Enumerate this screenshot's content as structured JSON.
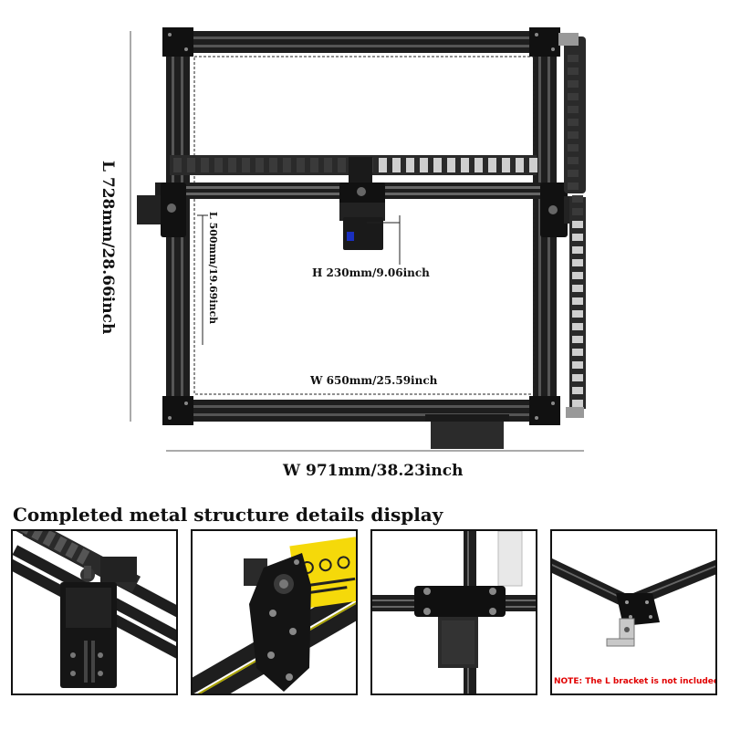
{
  "dimensions": {
    "overall_length": "L 728mm/28.66inch",
    "overall_width": "W  971mm/38.23inch",
    "work_length": "L  500mm/19.69inch",
    "work_width": "W 650mm/25.59inch",
    "height": "H 230mm/9.06inch"
  },
  "details": {
    "title": "Completed metal structure details display",
    "note": "NOTE: The L bracket is not included"
  },
  "colors": {
    "frame": "#1e1e1e",
    "chain": "#2a2a2a",
    "note": "#e10000"
  }
}
